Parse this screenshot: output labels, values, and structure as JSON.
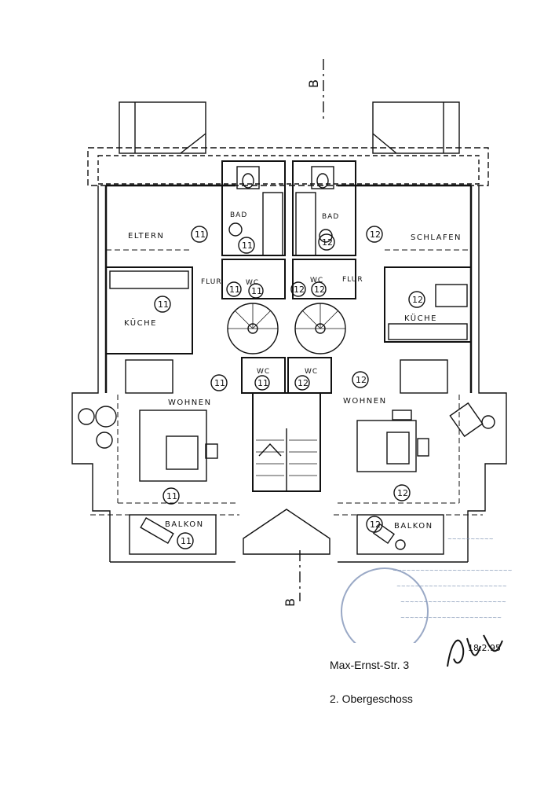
{
  "section_marker": "B",
  "rooms_left": {
    "bedroom": "ELTERN",
    "bath": "BAD",
    "wc": "WC",
    "hall": "FLUR",
    "kitchen": "KÜCHE",
    "living": "WOHNEN",
    "balcony": "BALKON",
    "unit": "11"
  },
  "rooms_right": {
    "bedroom": "SCHLAFEN",
    "bath": "BAD",
    "wc": "WC",
    "hall": "FLUR",
    "kitchen": "KÜCHE",
    "living": "WOHNEN",
    "balcony": "BALKON",
    "unit": "12"
  },
  "center_wc": "WC",
  "address": "Max-Ernst-Str. 3",
  "floor": "2. Obergeschoss",
  "signature_date": "18.2.95",
  "colors": {
    "line": "#111111",
    "stamp": "#7a8fb0"
  }
}
